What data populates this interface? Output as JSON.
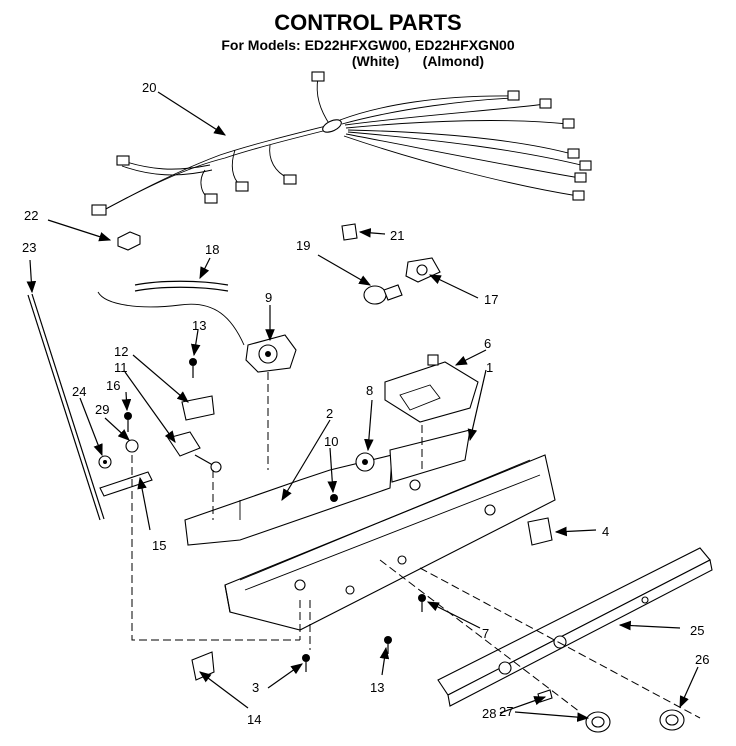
{
  "header": {
    "title": "CONTROL PARTS",
    "models_line": "For Models: ED22HFXGW00, ED22HFXGN00",
    "variants_line": "(White)      (Almond)"
  },
  "callouts": [
    "1",
    "2",
    "3",
    "4",
    "6",
    "7",
    "8",
    "9",
    "10",
    "11",
    "12",
    "13",
    "13",
    "14",
    "15",
    "16",
    "17",
    "18",
    "19",
    "20",
    "21",
    "22",
    "23",
    "24",
    "25",
    "26",
    "27",
    "28",
    "29"
  ]
}
